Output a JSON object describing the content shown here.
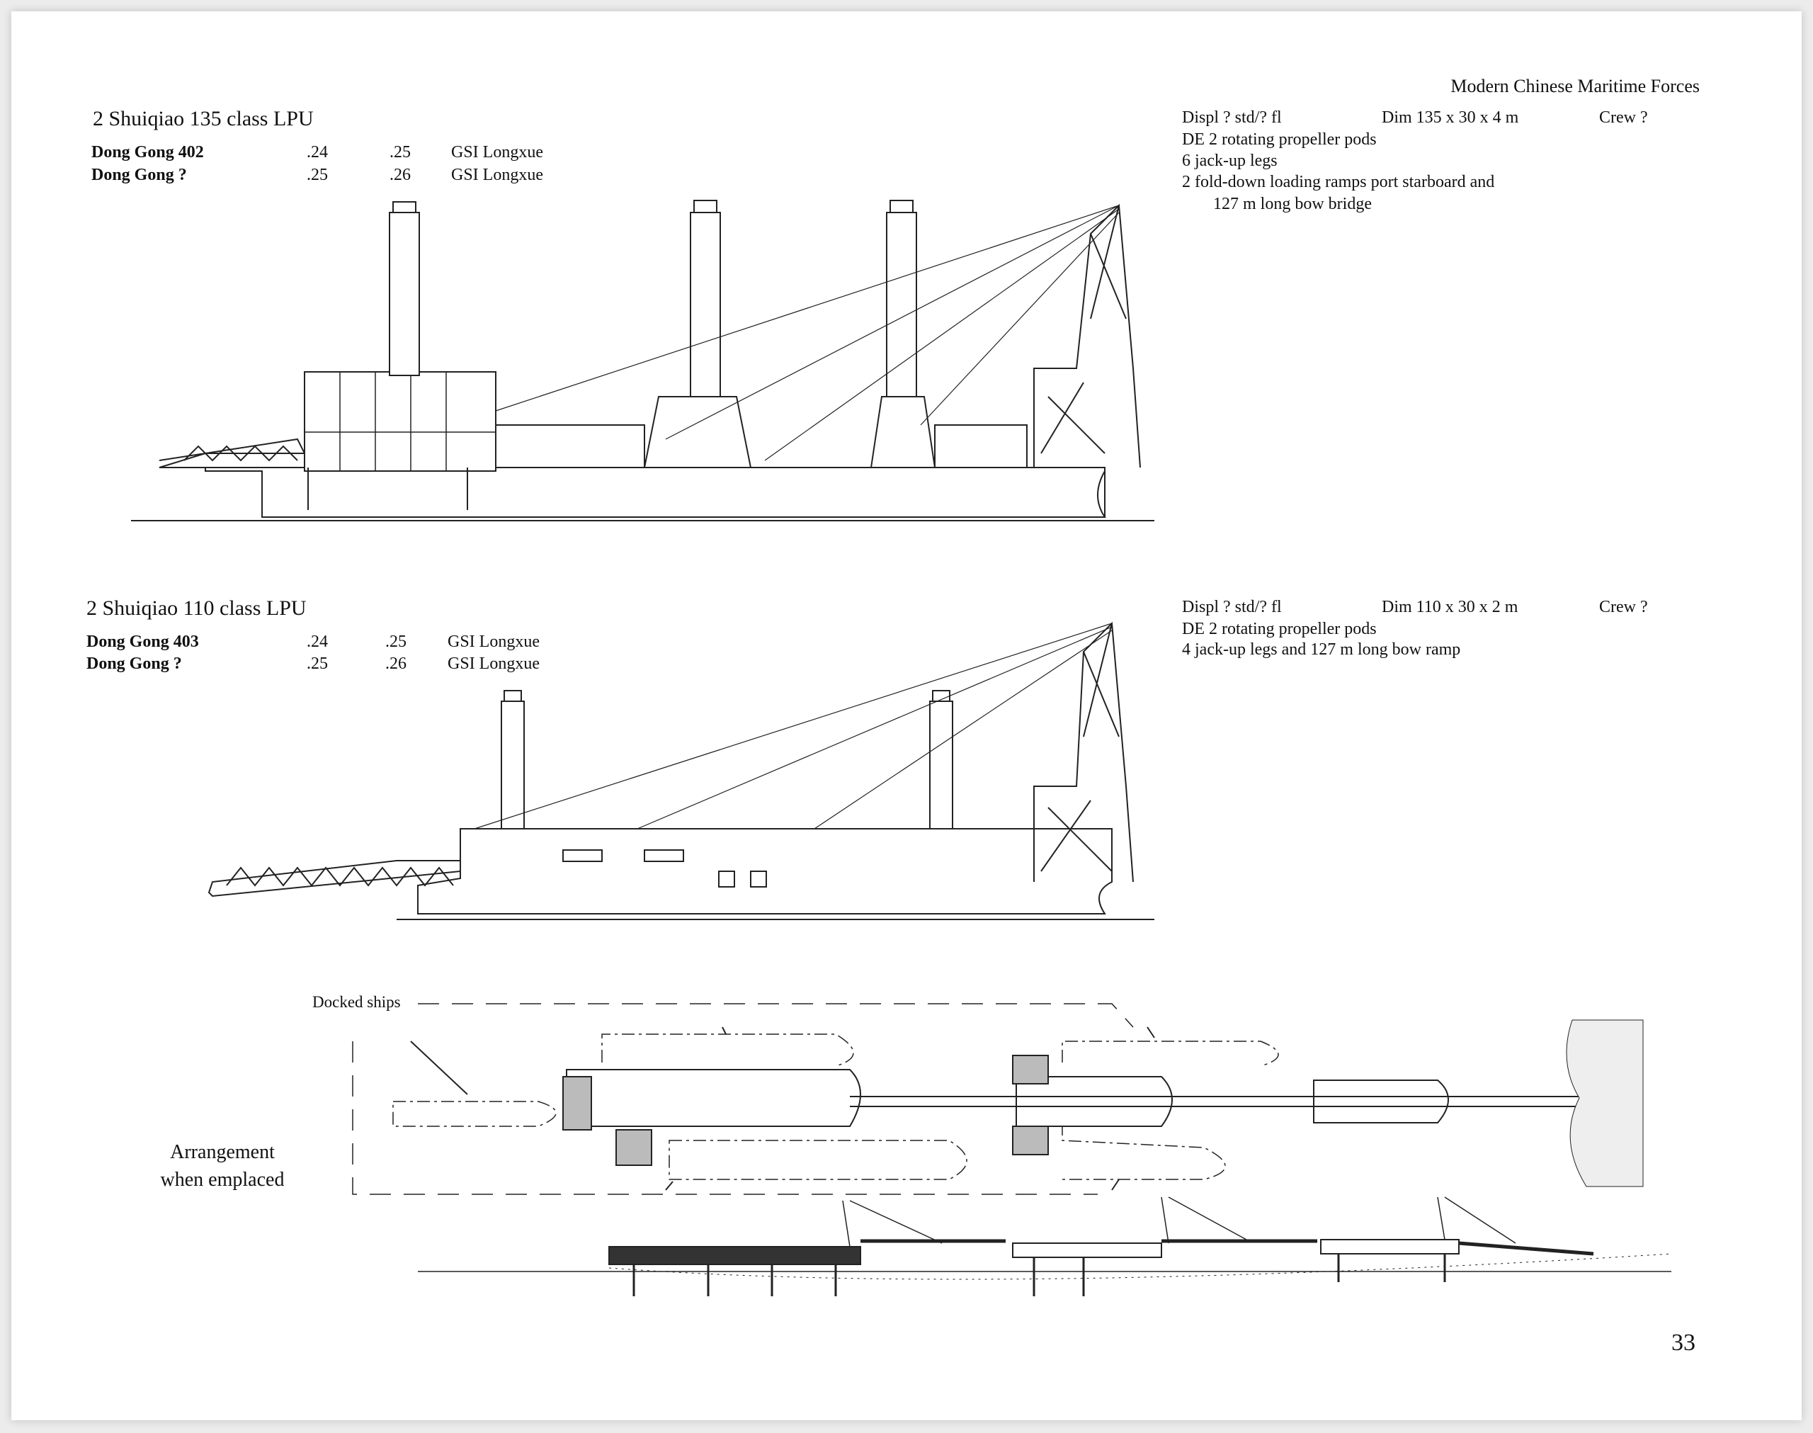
{
  "header": {
    "running_title": "Modern Chinese Maritime Forces"
  },
  "sections": [
    {
      "title": "2 Shuiqiao 135 class LPU",
      "ships": [
        {
          "name": "Dong Gong 402",
          "col1": ".24",
          "col2": ".25",
          "builder": "GSI Longxue"
        },
        {
          "name": "Dong Gong ?",
          "col1": ".25",
          "col2": ".26",
          "builder": "GSI Longxue"
        }
      ],
      "specs": {
        "displ": "Displ ? std/? fl",
        "dim": "Dim 135 x 30 x 4 m",
        "crew": "Crew ?",
        "lines": [
          "DE 2 rotating propeller pods",
          "6 jack-up legs",
          "2 fold-down loading ramps port  starboard and",
          "127 m long bow bridge"
        ]
      }
    },
    {
      "title": "2 Shuiqiao 110 class LPU",
      "ships": [
        {
          "name": "Dong Gong 403",
          "col1": ".24",
          "col2": ".25",
          "builder": "GSI Longxue"
        },
        {
          "name": "Dong Gong ?",
          "col1": ".25",
          "col2": ".26",
          "builder": "GSI Longxue"
        }
      ],
      "specs": {
        "displ": "Displ ? std/? fl",
        "dim": "Dim 110 x 30 x 2 m",
        "crew": "Crew ?",
        "lines": [
          "DE 2 rotating propeller pods",
          "4 jack-up legs and 127 m long bow ramp"
        ]
      }
    }
  ],
  "arrangement": {
    "docked_label": "Docked ships",
    "caption_line1": "Arrangement",
    "caption_line2": "when emplaced"
  },
  "page_number": "33"
}
